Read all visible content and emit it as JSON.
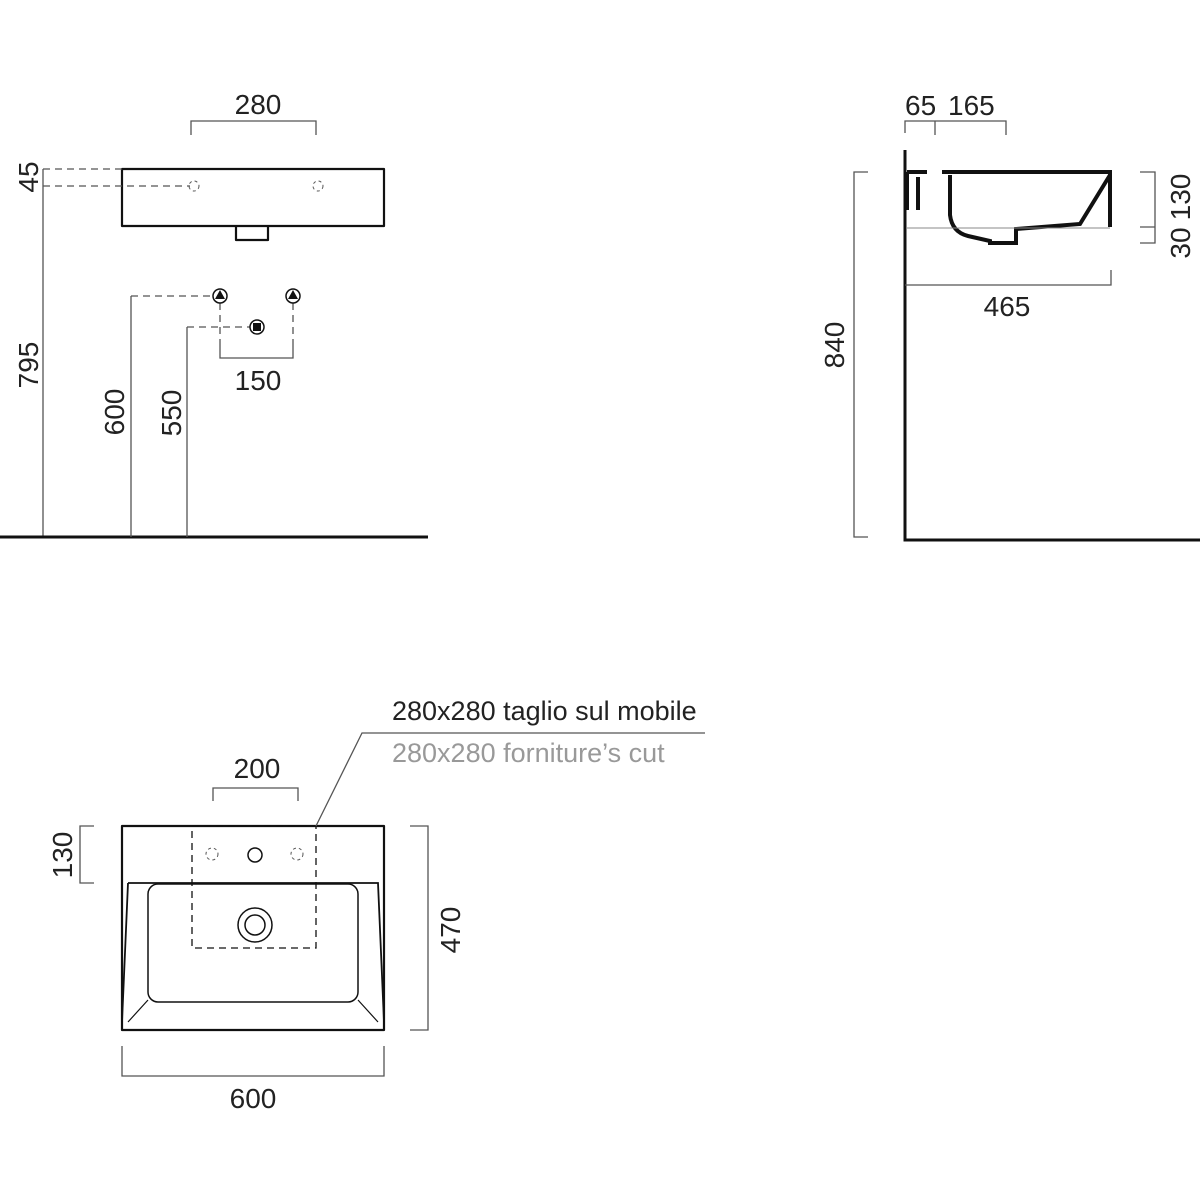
{
  "front_view": {
    "dim_top": "280",
    "dim_hole_height": "45",
    "dim_total_height": "795",
    "dim_supply_height": "600",
    "dim_waste_height": "550",
    "dim_supply_spacing": "150"
  },
  "side_view": {
    "dim_top_a": "65",
    "dim_top_b": "165",
    "dim_height": "840",
    "dim_depth": "465",
    "dim_right_a": "30",
    "dim_right_b": "130"
  },
  "plan_view": {
    "note_it": "280x280 taglio sul mobile",
    "note_en": "280x280 forniture’s cut",
    "dim_holes": "200",
    "dim_deck": "130",
    "dim_depth": "470",
    "dim_width": "600"
  }
}
